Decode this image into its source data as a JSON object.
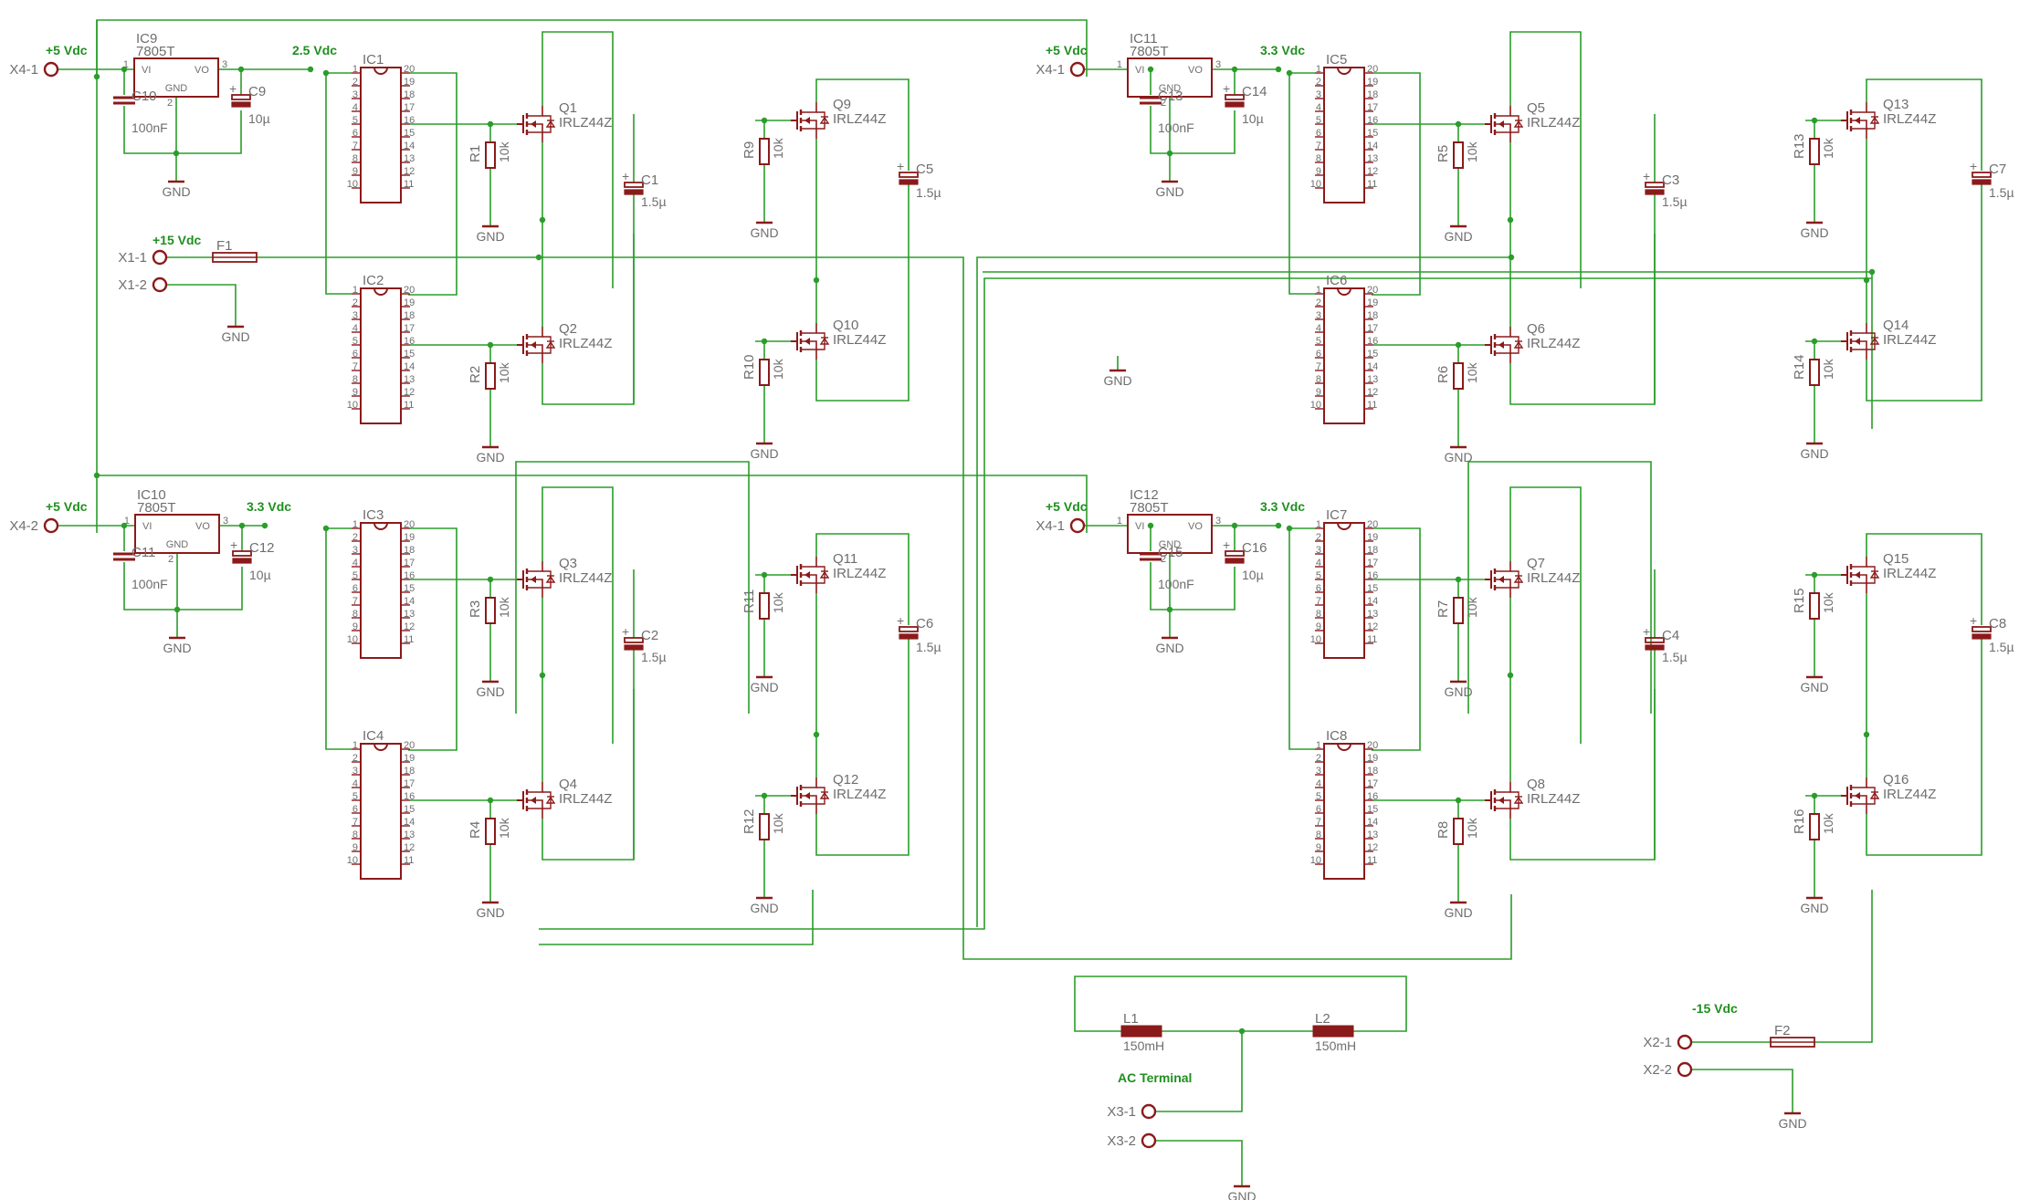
{
  "colors": {
    "wire": "#2a9d2a",
    "part": "#8b1a1a",
    "text": "#6e6e6e",
    "net_label": "#1f8f1f",
    "background": "#ffffff"
  },
  "labels": {
    "gnd": "GND",
    "vr_type": "7805T",
    "vi": "VI",
    "vo": "VO",
    "reg_gnd": "GND"
  },
  "regulators": [
    {
      "name": "IC9",
      "out": "2.5 Vdc",
      "in": "+5 Vdc",
      "cin": "C10",
      "cin_val": "100nF",
      "cout": "C9",
      "cout_val": "10µ"
    },
    {
      "name": "IC10",
      "out": "3.3 Vdc",
      "in": "+5 Vdc",
      "cin": "C11",
      "cin_val": "100nF",
      "cout": "C12",
      "cout_val": "10µ"
    },
    {
      "name": "IC11",
      "out": "3.3 Vdc",
      "in": "+5 Vdc",
      "cin": "C13",
      "cin_val": "100nF",
      "cout": "C14",
      "cout_val": "10µ"
    },
    {
      "name": "IC12",
      "out": "3.3 Vdc",
      "in": "+5 Vdc",
      "cin": "C15",
      "cin_val": "100nF",
      "cout": "C16",
      "cout_val": "10µ"
    }
  ],
  "ics": [
    "IC1",
    "IC2",
    "IC3",
    "IC4",
    "IC5",
    "IC6",
    "IC7",
    "IC8"
  ],
  "mosfets": [
    {
      "name": "Q1",
      "type": "IRLZ44Z"
    },
    {
      "name": "Q2",
      "type": "IRLZ44Z"
    },
    {
      "name": "Q3",
      "type": "IRLZ44Z"
    },
    {
      "name": "Q4",
      "type": "IRLZ44Z"
    },
    {
      "name": "Q5",
      "type": "IRLZ44Z"
    },
    {
      "name": "Q6",
      "type": "IRLZ44Z"
    },
    {
      "name": "Q7",
      "type": "IRLZ44Z"
    },
    {
      "name": "Q8",
      "type": "IRLZ44Z"
    },
    {
      "name": "Q9",
      "type": "IRLZ44Z"
    },
    {
      "name": "Q10",
      "type": "IRLZ44Z"
    },
    {
      "name": "Q11",
      "type": "IRLZ44Z"
    },
    {
      "name": "Q12",
      "type": "IRLZ44Z"
    },
    {
      "name": "Q13",
      "type": "IRLZ44Z"
    },
    {
      "name": "Q14",
      "type": "IRLZ44Z"
    },
    {
      "name": "Q15",
      "type": "IRLZ44Z"
    },
    {
      "name": "Q16",
      "type": "IRLZ44Z"
    }
  ],
  "resistors": [
    {
      "name": "R1",
      "value": "10k"
    },
    {
      "name": "R2",
      "value": "10k"
    },
    {
      "name": "R3",
      "value": "10k"
    },
    {
      "name": "R4",
      "value": "10k"
    },
    {
      "name": "R5",
      "value": "10k"
    },
    {
      "name": "R6",
      "value": "10k"
    },
    {
      "name": "R7",
      "value": "10k"
    },
    {
      "name": "R8",
      "value": "10k"
    },
    {
      "name": "R9",
      "value": "10k"
    },
    {
      "name": "R10",
      "value": "10k"
    },
    {
      "name": "R11",
      "value": "10k"
    },
    {
      "name": "R12",
      "value": "10k"
    },
    {
      "name": "R13",
      "value": "10k"
    },
    {
      "name": "R14",
      "value": "10k"
    },
    {
      "name": "R15",
      "value": "10k"
    },
    {
      "name": "R16",
      "value": "10k"
    }
  ],
  "caps": [
    {
      "name": "C1",
      "value": "1.5µ"
    },
    {
      "name": "C2",
      "value": "1.5µ"
    },
    {
      "name": "C3",
      "value": "1.5µ"
    },
    {
      "name": "C4",
      "value": "1.5µ"
    },
    {
      "name": "C5",
      "value": "1.5µ"
    },
    {
      "name": "C6",
      "value": "1.5µ"
    },
    {
      "name": "C7",
      "value": "1.5µ"
    },
    {
      "name": "C8",
      "value": "1.5µ"
    }
  ],
  "terminals": {
    "x4_1": "X4-1",
    "x4_2": "X4-2",
    "x1_1": "X1-1",
    "x1_2": "X1-2",
    "x2_1": "X2-1",
    "x2_2": "X2-2",
    "x3_1": "X3-1",
    "x3_2": "X3-2"
  },
  "nets": {
    "p15": "+15 Vdc",
    "m15": "-15 Vdc",
    "ac": "AC Terminal"
  },
  "fuses": {
    "f1": "F1",
    "f2": "F2"
  },
  "inductors": [
    {
      "name": "L1",
      "value": "150mH"
    },
    {
      "name": "L2",
      "value": "150mH"
    }
  ]
}
